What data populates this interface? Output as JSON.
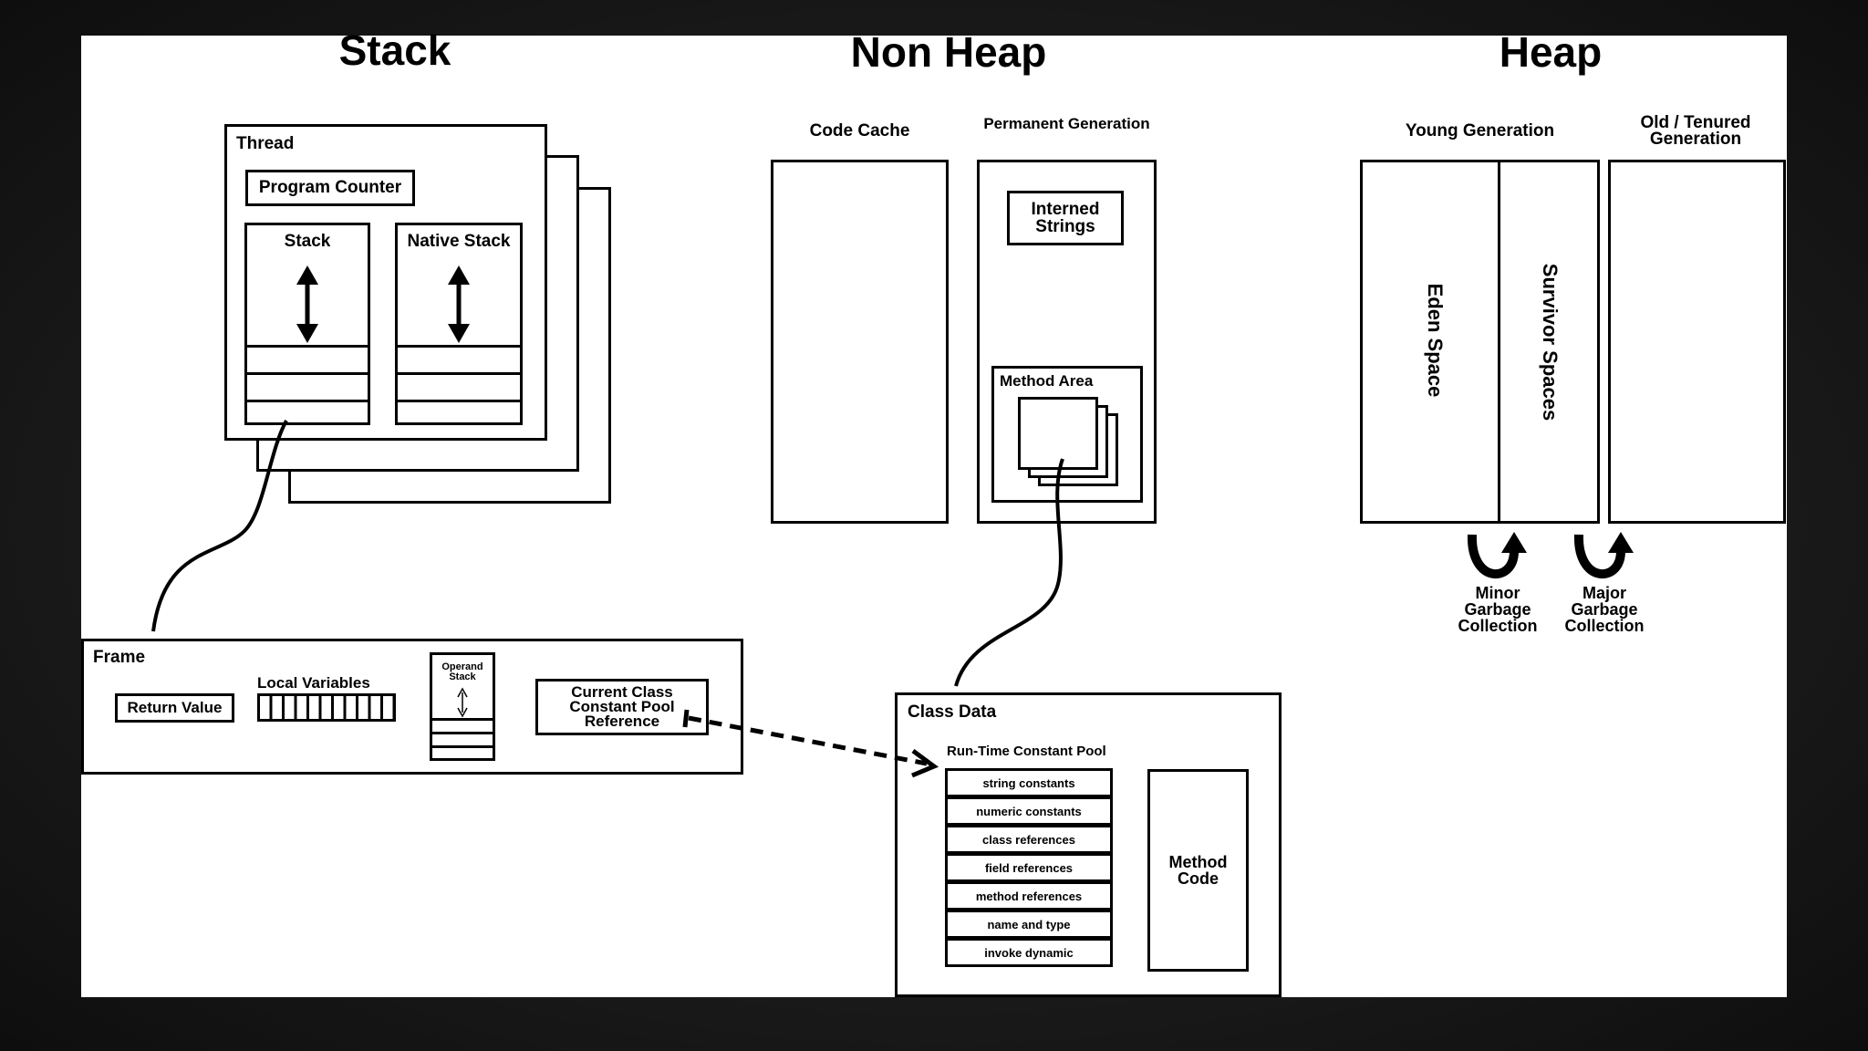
{
  "headings": {
    "stack": "Stack",
    "non_heap": "Non Heap",
    "heap": "Heap"
  },
  "stack_area": {
    "thread": "Thread",
    "program_counter": "Program Counter",
    "stack": "Stack",
    "native_stack": "Native Stack"
  },
  "frame": {
    "title": "Frame",
    "return_value": "Return Value",
    "local_variables": "Local Variables",
    "operand_stack": "Operand Stack",
    "current_class_ref": "Current Class Constant Pool Reference"
  },
  "non_heap": {
    "code_cache": "Code Cache",
    "permanent_generation": "Permanent Generation",
    "interned_strings": "Interned Strings",
    "method_area": "Method Area"
  },
  "class_data": {
    "title": "Class Data",
    "pool_title": "Run-Time Constant Pool",
    "pool_rows": [
      "string constants",
      "numeric constants",
      "class references",
      "field references",
      "method references",
      "name and type",
      "invoke dynamic"
    ],
    "method_code": "Method Code"
  },
  "heap": {
    "young_generation": "Young Generation",
    "old_generation": "Old / Tenured Generation",
    "eden_space": "Eden Space",
    "survivor_spaces": "Survivor Spaces",
    "minor_gc": "Minor Garbage Collection",
    "major_gc": "Major Garbage Collection"
  }
}
